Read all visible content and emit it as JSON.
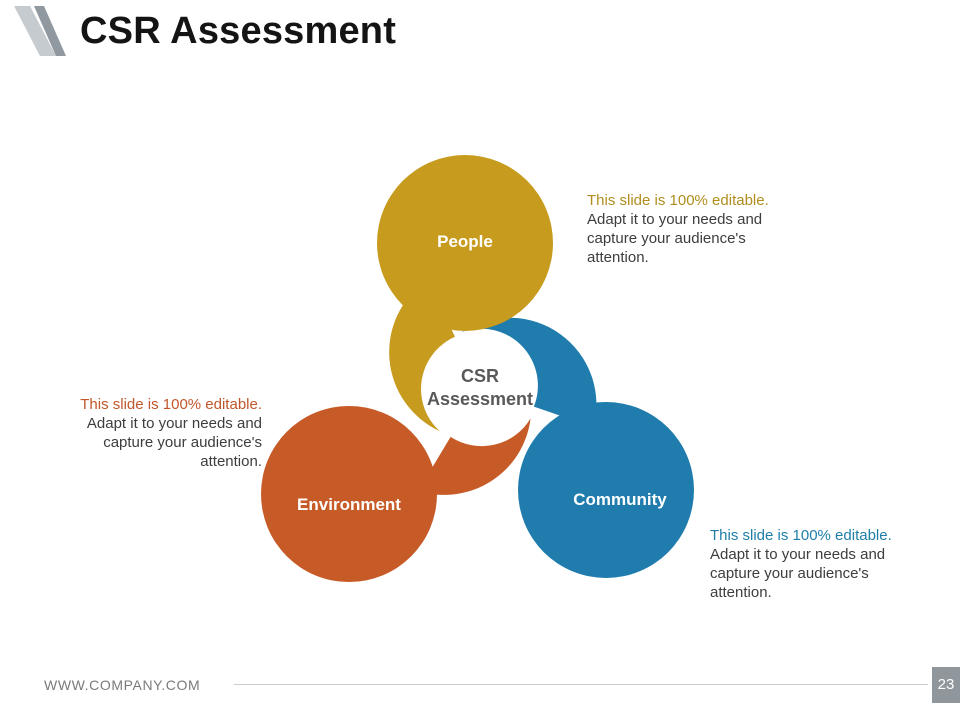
{
  "slide": {
    "title": "CSR Assessment",
    "logo": {
      "light_color": "#C6CBCF",
      "dark_color": "#9199A0"
    },
    "footer": {
      "website": "WWW.COMPANY.COM",
      "page_number": "23",
      "tab_color": "#8F969C"
    }
  },
  "diagram": {
    "center_title_line1": "CSR",
    "center_title_line2": "Assessment",
    "center_text_color": "#595959",
    "segments": [
      {
        "label": "People",
        "color": "#C79C1E"
      },
      {
        "label": "Environment",
        "color": "#C75B28"
      },
      {
        "label": "Community",
        "color": "#1F7CAD"
      }
    ]
  },
  "callouts": [
    {
      "position": "top-right",
      "highlight": "This slide is 100% editable.",
      "highlight_color": "#B08D1E",
      "body": "Adapt it to your needs and capture your audience's attention."
    },
    {
      "position": "left",
      "highlight": "This slide is 100% editable.",
      "highlight_color": "#C1572A",
      "body": "Adapt it to your needs and capture your audience's attention."
    },
    {
      "position": "bottom-right",
      "highlight": "This slide is 100% editable.",
      "highlight_color": "#1F7EA8",
      "body": "Adapt it to your needs and capture your audience's attention."
    }
  ]
}
